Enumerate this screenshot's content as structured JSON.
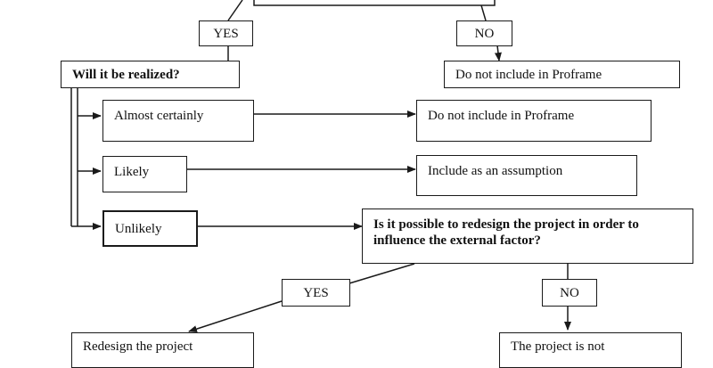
{
  "nodes": {
    "yes_top": "YES",
    "no_top": "NO",
    "question_realized": "Will it be realized?",
    "exclude_top": "Do not include in Proframe",
    "almost_certainly": "Almost certainly",
    "exclude_almost": "Do not include in Proframe",
    "likely": "Likely",
    "include_assumption": "Include as an assumption",
    "unlikely": "Unlikely",
    "question_redesign": "Is it possible to redesign the project in order to influence the external factor?",
    "yes_bottom": "YES",
    "no_bottom": "NO",
    "redesign_project": "Redesign the project",
    "project_not": "The project is not"
  },
  "colors": {
    "line": "#1a1a1a",
    "background": "#ffffff"
  }
}
